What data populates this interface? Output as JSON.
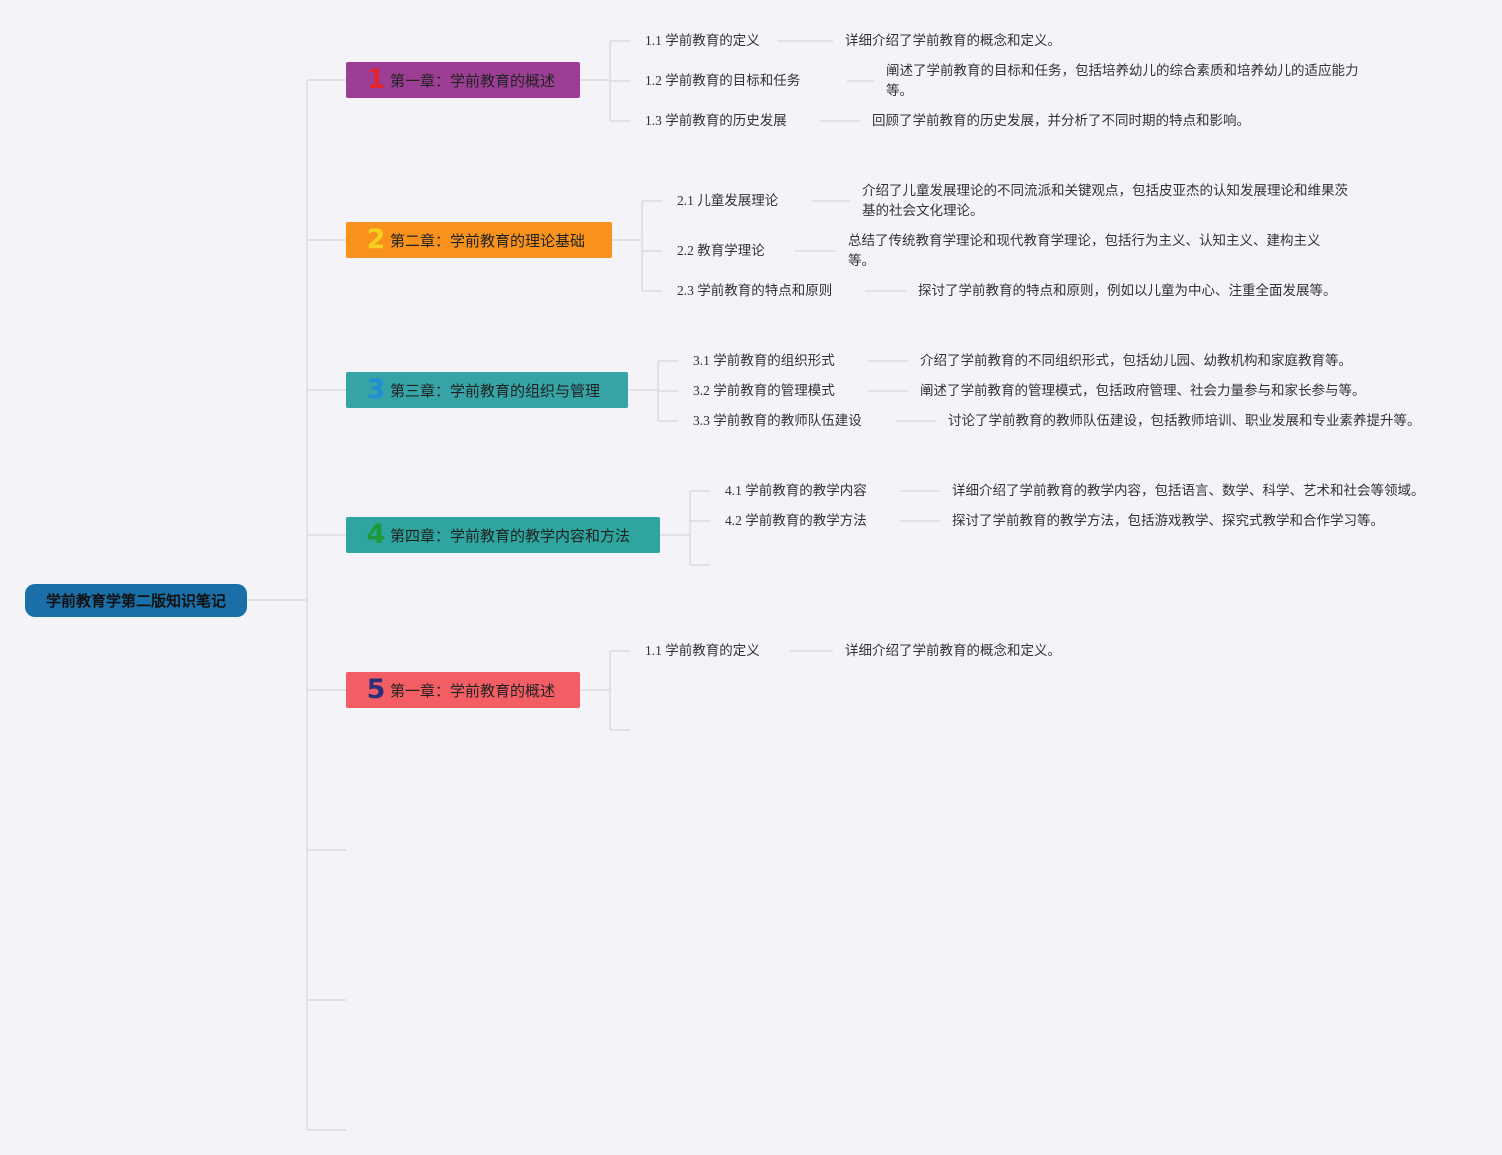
{
  "root": {
    "label": "学前教育学第二版知识笔记"
  },
  "chapters": [
    {
      "num": "1",
      "title": "第一章：学前教育的概述",
      "color": "#9b3e94",
      "num_color": "#e0262d",
      "items": [
        {
          "label": "1.1 学前教育的定义",
          "desc": "详细介绍了学前教育的概念和定义。"
        },
        {
          "label": "1.2 学前教育的目标和任务",
          "desc": "阐述了学前教育的目标和任务，包括培养幼儿的综合素质和培养幼儿的适应能力等。"
        },
        {
          "label": "1.3 学前教育的历史发展",
          "desc": "回顾了学前教育的历史发展，并分析了不同时期的特点和影响。"
        }
      ]
    },
    {
      "num": "2",
      "title": "第二章：学前教育的理论基础",
      "color": "#f8921c",
      "num_color": "#f5d020",
      "items": [
        {
          "label": "2.1 儿童发展理论",
          "desc": "介绍了儿童发展理论的不同流派和关键观点，包括皮亚杰的认知发展理论和维果茨基的社会文化理论。"
        },
        {
          "label": "2.2 教育学理论",
          "desc": "总结了传统教育学理论和现代教育学理论，包括行为主义、认知主义、建构主义等。"
        },
        {
          "label": "2.3 学前教育的特点和原则",
          "desc": "探讨了学前教育的特点和原则，例如以儿童为中心、注重全面发展等。"
        }
      ]
    },
    {
      "num": "3",
      "title": "第三章：学前教育的组织与管理",
      "color": "#36a3a6",
      "num_color": "#1f8fd6",
      "items": [
        {
          "label": "3.1 学前教育的组织形式",
          "desc": "介绍了学前教育的不同组织形式，包括幼儿园、幼教机构和家庭教育等。"
        },
        {
          "label": "3.2 学前教育的管理模式",
          "desc": "阐述了学前教育的管理模式，包括政府管理、社会力量参与和家长参与等。"
        },
        {
          "label": "3.3 学前教育的教师队伍建设",
          "desc": "讨论了学前教育的教师队伍建设，包括教师培训、职业发展和专业素养提升等。"
        }
      ]
    },
    {
      "num": "4",
      "title": "第四章：学前教育的教学内容和方法",
      "color": "#2fa5a0",
      "num_color": "#1f9a3a",
      "items": [
        {
          "label": "4.1 学前教育的教学内容",
          "desc": "详细介绍了学前教育的教学内容，包括语言、数学、科学、艺术和社会等领域。"
        },
        {
          "label": "4.2 学前教育的教学方法",
          "desc": "探讨了学前教育的教学方法，包括游戏教学、探究式教学和合作学习等。"
        }
      ]
    },
    {
      "num": "5",
      "title": "第一章：学前教育的概述",
      "color": "#f25e63",
      "num_color": "#2b2f7a",
      "items": [
        {
          "label": "1.1 学前教育的定义",
          "desc": "详细介绍了学前教育的概念和定义。"
        }
      ]
    }
  ]
}
